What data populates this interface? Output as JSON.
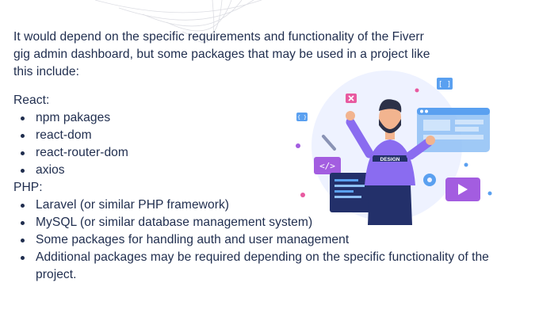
{
  "intro": "It would depend on the specific requirements and functionality of the Fiverr gig admin dashboard, but some packages that may be used in a project like this include:",
  "sections": [
    {
      "heading": "React:",
      "items": [
        "npm pakages",
        "react-dom",
        "react-router-dom",
        "axios"
      ]
    },
    {
      "heading": "PHP:",
      "items": [
        "Laravel (or similar PHP framework)",
        "MySQL (or similar database management system)",
        "Some packages for handling auth and user management",
        "Additional packages may be required depending on the specific functionality of the project."
      ]
    }
  ],
  "illustration": {
    "shirt_text": "DESIGN",
    "code_tag": "</>",
    "bracket_badge": "[ ]",
    "curly_badge": "{ }",
    "colors": {
      "text": "#1f2d4e",
      "purple": "#8a6cf0",
      "pink": "#e85aa0",
      "blue": "#5aa0f0",
      "navy": "#23306a"
    }
  }
}
